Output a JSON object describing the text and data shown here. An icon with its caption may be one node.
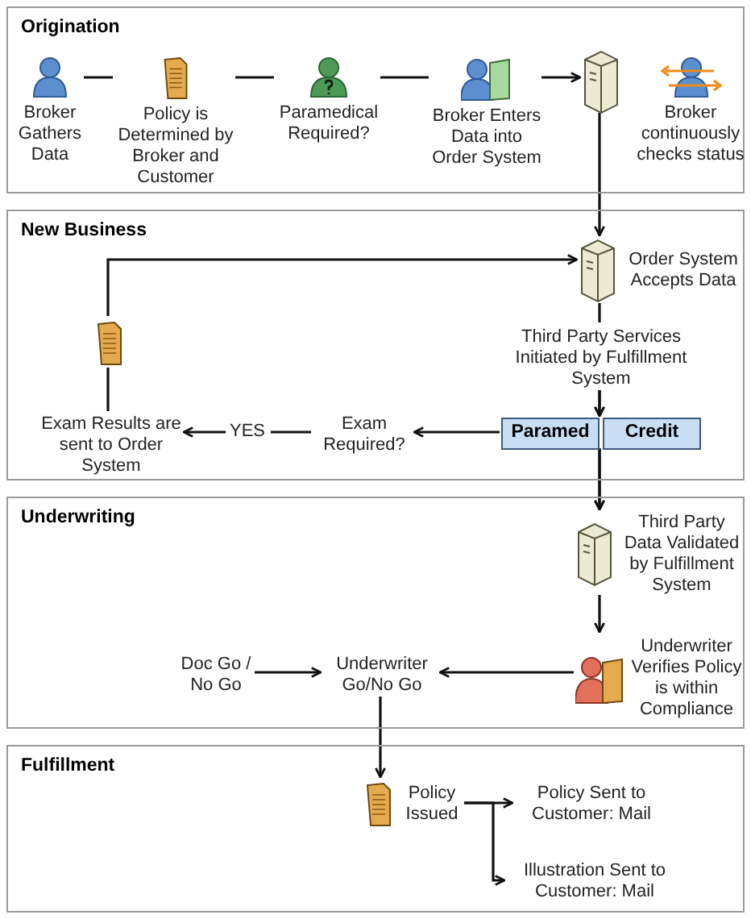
{
  "diagram": {
    "nodes": [
      {
        "text": [
          "Origination"
        ]
      },
      {
        "text": [
          "Broker Gathers Data"
        ],
        "in": 0
      },
      {
        "text": [
          "Policy is Determined by Broker and Customer"
        ],
        "in": 0
      },
      {
        "text": [
          "Paramedical Required?"
        ],
        "in": 0
      },
      {
        "text": [
          "Broker Enters Data into Order System"
        ],
        "in": 0
      },
      {
        "text": [],
        "shape": "server",
        "in": 0
      },
      {
        "text": [
          "Broker continuously checks status"
        ],
        "in": 0
      },
      {
        "text": [
          "New Business"
        ]
      },
      {
        "text": [
          "Order System Accepts Data"
        ],
        "in": 7
      },
      {
        "text": [
          "Third Party Services Initiated by Fulfillment System"
        ],
        "in": 7
      },
      {
        "text": [
          "Paramed"
        ],
        "in": 7
      },
      {
        "text": [
          "Credit"
        ],
        "in": 7
      },
      {
        "text": [
          "Exam Required?"
        ],
        "in": 7
      },
      {
        "text": [
          "Exam Results are sent to Order System"
        ],
        "in": 7
      },
      {
        "text": [],
        "shape": "document",
        "in": 7
      },
      {
        "text": [
          "Underwriting"
        ]
      },
      {
        "text": [
          "Third Party Data Validated by Fulfillment System"
        ],
        "in": 15
      },
      {
        "text": [
          "Underwriter Verifies Policy is within Compliance"
        ],
        "in": 15
      },
      {
        "text": [
          "Underwriter Go/No Go"
        ],
        "in": 15
      },
      {
        "text": [
          "Doc Go / No Go"
        ],
        "in": 15
      },
      {
        "text": [
          "Fulfillment"
        ]
      },
      {
        "text": [
          "Policy Issued"
        ],
        "in": 20
      },
      {
        "text": [
          "Policy Sent to Customer: Mail"
        ],
        "in": 20
      },
      {
        "text": [
          "Illustration Sent to Customer: Mail"
        ],
        "in": 20
      }
    ],
    "edges": [
      {
        "from": 1,
        "to": 2,
        "arrow": "none"
      },
      {
        "from": 2,
        "to": 3,
        "arrow": "none"
      },
      {
        "from": 3,
        "to": 4,
        "arrow": "none"
      },
      {
        "from": 4,
        "to": 5,
        "arrow": "to"
      },
      {
        "from": 5,
        "to": 8,
        "arrow": "to"
      },
      {
        "from": 8,
        "to": 9,
        "arrow": "none"
      },
      {
        "from": 9,
        "to": 10,
        "arrow": "to"
      },
      {
        "from": 9,
        "to": 11,
        "arrow": "to"
      },
      {
        "from": 10,
        "to": 12,
        "arrow": "to"
      },
      {
        "from": 12,
        "to": 13,
        "arrow": "to",
        "label": "YES"
      },
      {
        "from": 13,
        "to": 14,
        "arrow": "none"
      },
      {
        "from": 14,
        "to": 8,
        "arrow": "to"
      },
      {
        "from": 10,
        "to": 16,
        "arrow": "to"
      },
      {
        "from": 11,
        "to": 16,
        "arrow": "to"
      },
      {
        "from": 16,
        "to": 17,
        "arrow": "to"
      },
      {
        "from": 17,
        "to": 18,
        "arrow": "to"
      },
      {
        "from": 19,
        "to": 18,
        "arrow": "to"
      },
      {
        "from": 18,
        "to": 21,
        "arrow": "to"
      },
      {
        "from": 21,
        "to": 22,
        "arrow": "to"
      },
      {
        "from": 21,
        "to": 23,
        "arrow": "to"
      }
    ]
  }
}
